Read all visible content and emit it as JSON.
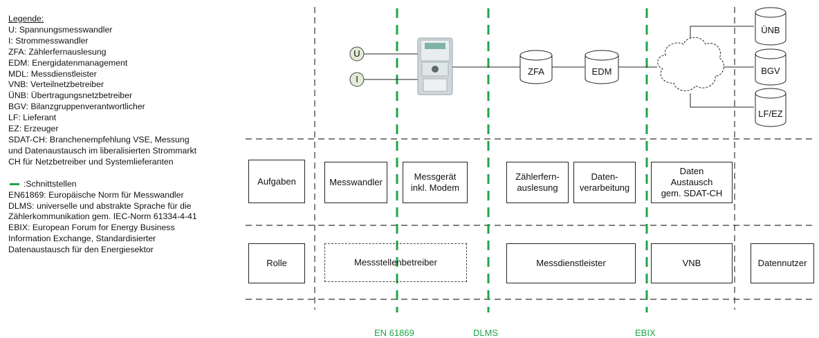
{
  "legend": {
    "title": "Legende:",
    "entries": [
      "U: Spannungsmesswandler",
      "I: Strommesswandler",
      "ZFA: Zählerfernauslesung",
      "EDM: Energidatenmanagement",
      "MDL: Messdienstleister",
      "VNB: Verteilnetzbetreiber",
      "ÜNB: Übertragungsnetzbetreiber",
      "BGV: Bilanzgruppenverantwortlicher",
      "LF: Lieferant",
      "EZ: Erzeuger",
      "SDAT-CH: Branchenempfehlung VSE, Messung",
      "und Datenaustausch im liberalisierten Strommarkt",
      "CH für Netzbetreiber und Systemlieferanten"
    ],
    "interface_symbol_label": ":Schnittstellen",
    "interface_entries": [
      "EN61869: Europäische Norm für Messwandler",
      "DLMS:  universelle und abstrakte Sprache für die",
      "Zählerkommunikation gem. IEC-Norm 61334-4-41",
      "EBIX: European Forum for Energy Business",
      "Information Exchange, Standardisierter",
      "Datenaustausch für den Energiesektor"
    ]
  },
  "nodes": {
    "u": "U",
    "i": "I",
    "zfa": "ZFA",
    "edm": "EDM",
    "unb": "ÜNB",
    "bgv": "BGV",
    "lfez": "LF/EZ"
  },
  "tasks": {
    "header": "Aufgaben",
    "messwandler": "Messwandler",
    "messgeraet": [
      "Messgerät",
      "inkl. Modem"
    ],
    "zfa": [
      "Zählerfern-",
      "auslesung"
    ],
    "daten": [
      "Daten-",
      "verarbeitung"
    ],
    "sdat": [
      "Daten",
      "Austausch",
      "gem. SDAT-CH"
    ]
  },
  "roles": {
    "header": "Rolle",
    "msb": "Messstellenbetreiber",
    "mdl": "Messdienstleister",
    "vnb": "VNB",
    "nutzer": "Datennutzer"
  },
  "interfaces": [
    "EN 61869",
    "DLMS",
    "EBIX"
  ],
  "colors": {
    "interface": "#1fa34a",
    "meter_body": "#cfd7da",
    "meter_display": "#7fb3a8"
  }
}
